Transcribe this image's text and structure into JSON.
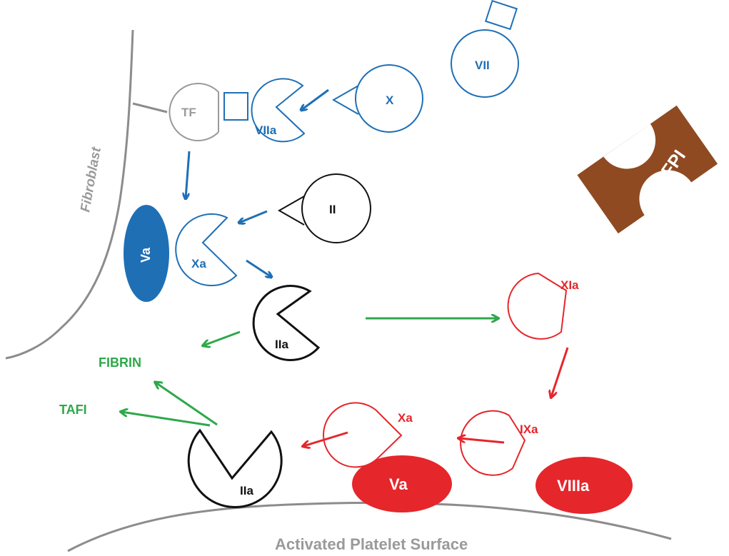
{
  "labels": {
    "fibroblast": "Fibroblast",
    "platelet_surface": "Activated Platelet Surface",
    "tf": "TF",
    "viia": "VIIa",
    "x": "X",
    "vii": "VII",
    "tfpi": "TFPI",
    "ii": "II",
    "va_top": "Va",
    "xa_top": "Xa",
    "iia_mid": "IIa",
    "xia": "XIa",
    "ixa": "IXa",
    "xa_bottom": "Xa",
    "va_bottom": "Va",
    "viiia": "VIIIa",
    "iia_bottom": "IIa",
    "fibrin": "FIBRIN",
    "tafi": "TAFI"
  },
  "colors": {
    "blue": "#1f6fb5",
    "red": "#e5262b",
    "green": "#2ea84a",
    "grey": "#8c8c8c",
    "brown": "#8f4a22",
    "black": "#111111"
  }
}
